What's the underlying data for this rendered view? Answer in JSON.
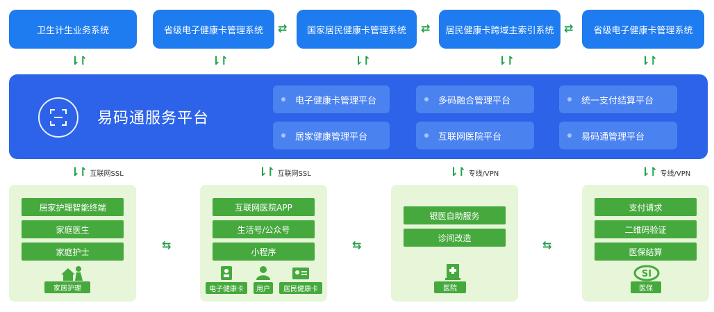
{
  "top_systems": [
    "卫生计生业务系统",
    "省级电子健康卡管理系统",
    "国家居民健康卡管理系统",
    "居民健康卡跨域主索引系统",
    "省级电子健康卡管理系统"
  ],
  "platform": {
    "title": "易码通服务平台",
    "icon": "scan-frame-icon",
    "modules": [
      "电子健康卡管理平台",
      "多码融合管理平台",
      "统一支付结算平台",
      "居家健康管理平台",
      "互联网医院平台",
      "易码通管理平台"
    ]
  },
  "connections": [
    "互联网SSL",
    "互联网SSL",
    "专线/VPN",
    "专线/VPN"
  ],
  "panels": [
    {
      "buttons": [
        "居家护理智能终端",
        "家庭医生",
        "家庭护士"
      ],
      "label": "家居护理",
      "icon": "home-care-icon"
    },
    {
      "buttons": [
        "互联网医院APP",
        "生活号/公众号",
        "小程序"
      ],
      "labels": [
        "电子健康卡",
        "用户",
        "居民健康卡"
      ],
      "icons": [
        "health-card-icon",
        "users-icon",
        "resident-card-icon"
      ]
    },
    {
      "buttons": [
        "银医自助服务",
        "诊间改造"
      ],
      "label": "医院",
      "icon": "hospital-icon"
    },
    {
      "buttons": [
        "支付请求",
        "二维码验证",
        "医保结算"
      ],
      "label": "医保",
      "icon": "medical-insurance-icon"
    }
  ],
  "colors": {
    "top_box": "#1f7bf0",
    "platform": "#2d63e8",
    "module": "#4a82f0",
    "panel": "#e7f5d9",
    "green": "#46a93d",
    "arrow": "#22a04a"
  }
}
